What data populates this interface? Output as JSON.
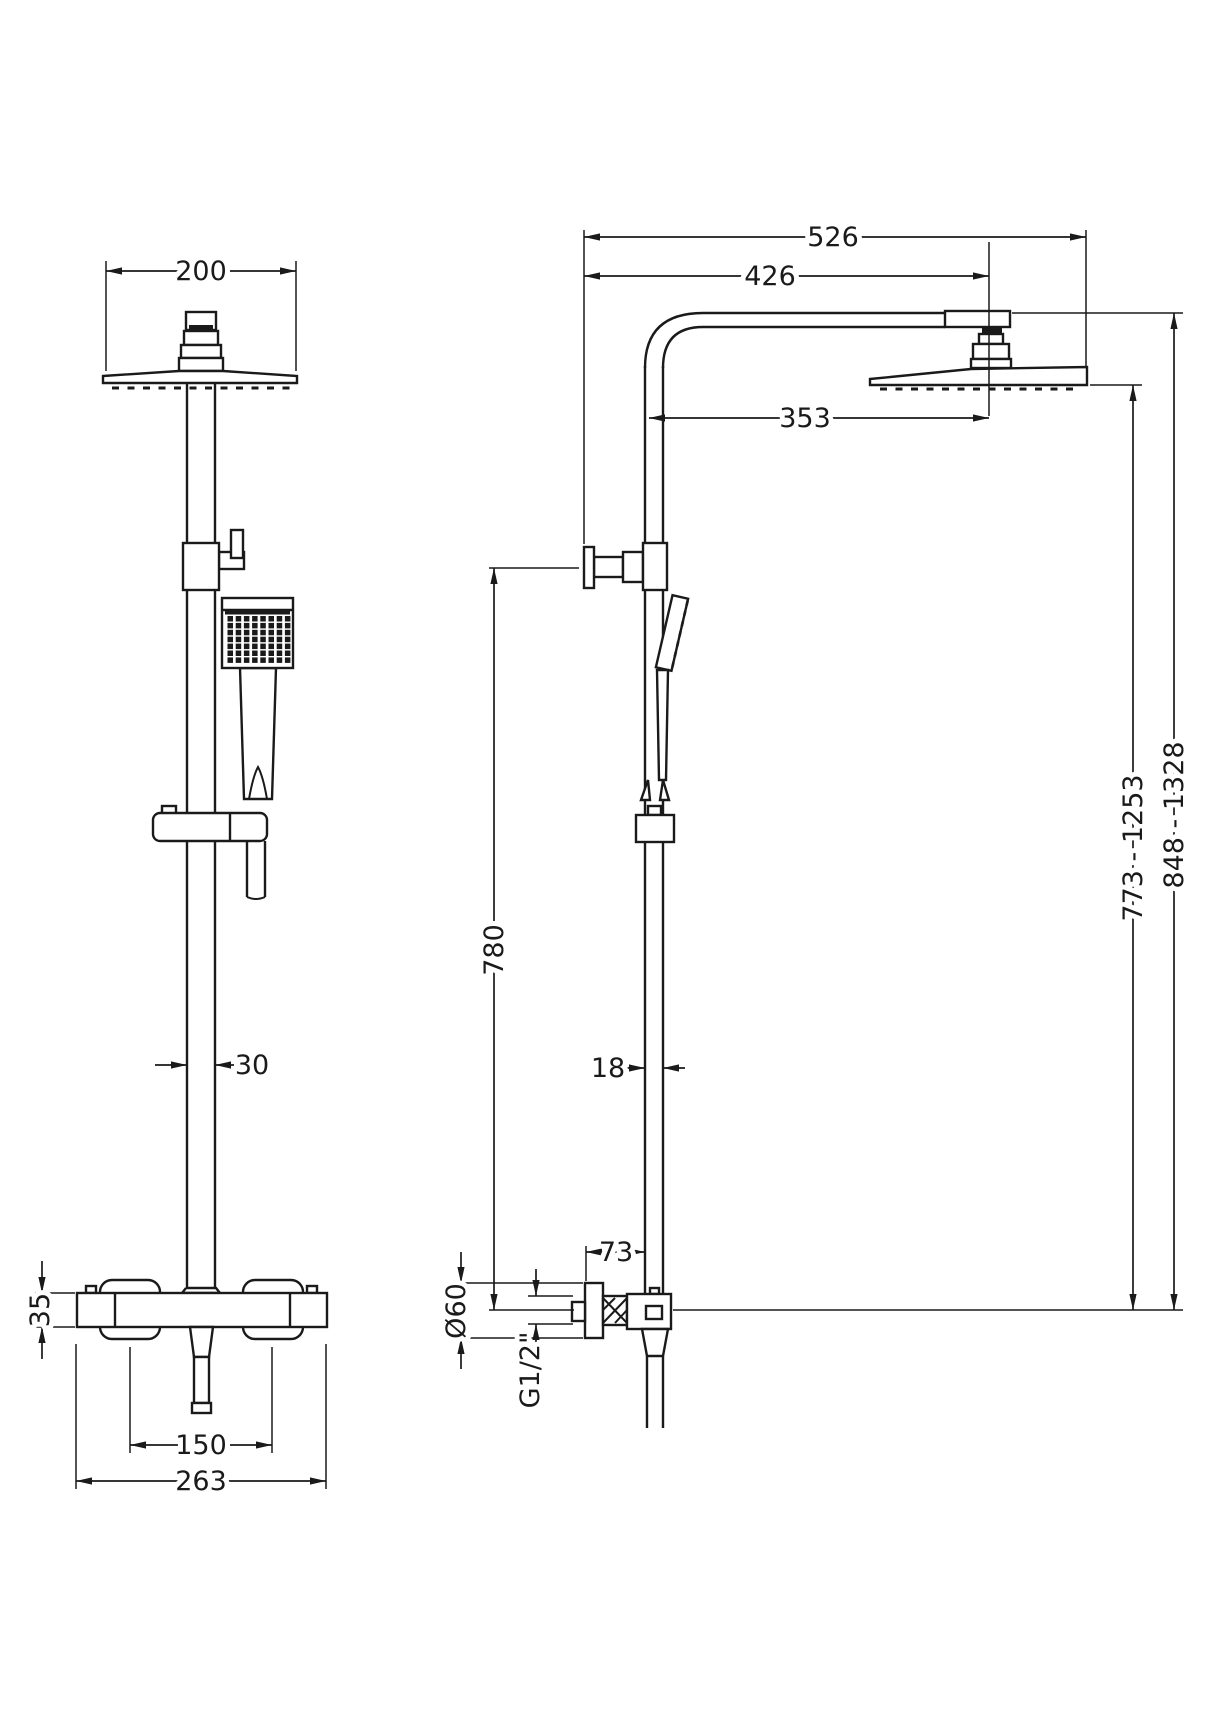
{
  "palette": {
    "line": "#1a1a1a",
    "background": "#ffffff"
  },
  "front_view": {
    "dims": {
      "head_width": "200",
      "rail_width": "30",
      "valve_body_height": "35",
      "handle_centres": "150",
      "valve_body_width": "263"
    }
  },
  "side_view": {
    "dims": {
      "total_reach": "526",
      "arm_reach": "426",
      "head_offset": "353",
      "riser_height": "780",
      "head_height_range": "773 - 1253",
      "overall_height_range": "848 - 1328",
      "rail_depth": "18",
      "wall_offset": "73",
      "flange_diameter": "Ø60",
      "inlet_thread": "G1/2\""
    }
  }
}
